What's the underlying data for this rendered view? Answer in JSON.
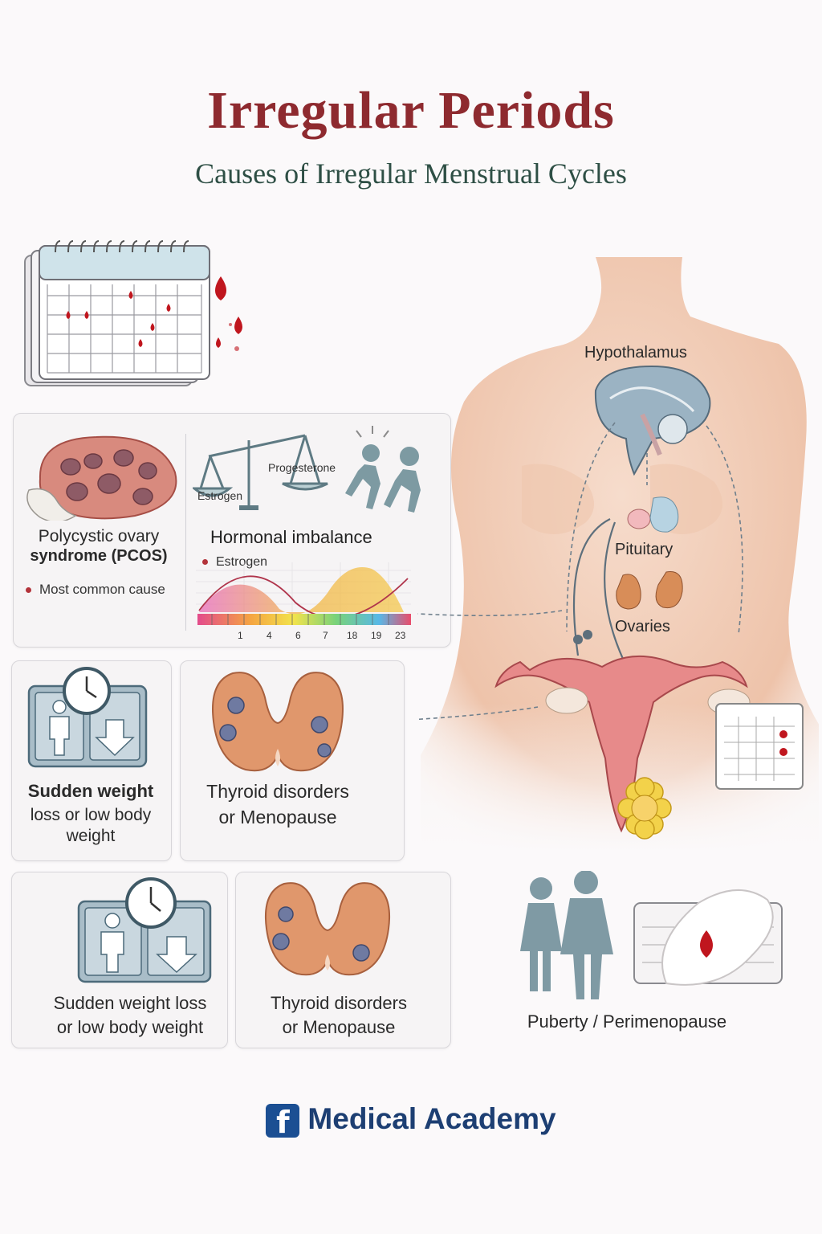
{
  "header": {
    "title": "Irregular Periods",
    "subtitle": "Causes of Irregular Menstrual Cycles"
  },
  "pcos": {
    "title_line1": "Polycystic ovary",
    "title_line2": "syndrome (PCOS)",
    "bullet": "Most common cause"
  },
  "hormonal": {
    "title": "Hormonal imbalance",
    "scale_left": "Estrogen",
    "scale_right": "Progesterone",
    "legend": "Estrogen",
    "ticks": [
      "1",
      "4",
      "6",
      "7",
      "18",
      "19",
      "23"
    ]
  },
  "weight_card_1": {
    "line1": "Sudden weight",
    "line2": "loss or low body",
    "line3": "weight"
  },
  "thyroid_card_1": {
    "line1": "Thyroid disorders",
    "line2": "or Menopause"
  },
  "weight_card_2": {
    "line1": "Sudden weight loss",
    "line2": "or low body weight"
  },
  "thyroid_card_2": {
    "line1": "Thyroid disorders",
    "line2": "or Menopause"
  },
  "body": {
    "hypothalamus": "Hypothalamus",
    "pituitary": "Pituitary",
    "ovaries": "Ovaries",
    "life_stage": "Puberty / Perimenopause"
  },
  "footer": {
    "brand_icon": "f",
    "brand": "Medical Academy"
  },
  "colors": {
    "title": "#8e2a2f",
    "subtitle": "#2e4f45",
    "blood": "#c0161e",
    "skin": "#f1cdb7",
    "brand": "#1d3f73"
  }
}
